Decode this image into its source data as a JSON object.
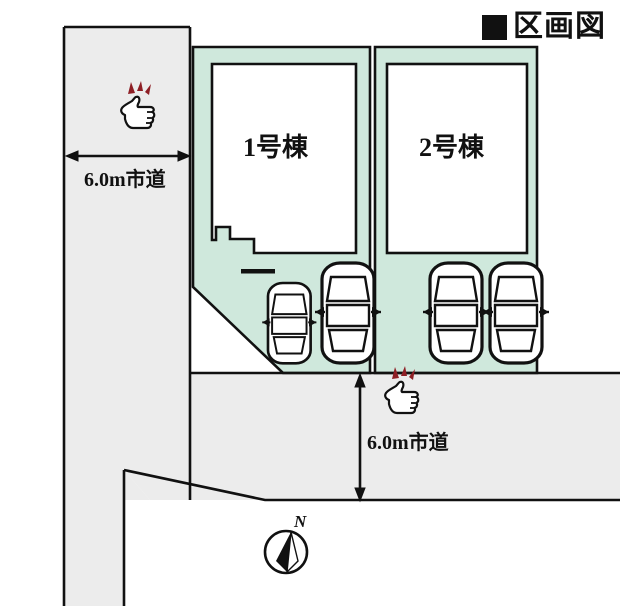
{
  "title": {
    "marker_icon": "black-square-icon",
    "text": "区画図"
  },
  "colors": {
    "lot_fill": "#cfe8dc",
    "road_fill": "#ececec",
    "house_fill": "#ffffff",
    "outline": "#111111",
    "thumb_accent": "#8e1f25",
    "background": "#ffffff"
  },
  "lots": [
    {
      "id": "lot-1",
      "house_label": "1号棟",
      "house_shape": "stepped-rectangle",
      "car_count": 2,
      "cars": [
        {
          "name": "compact-car",
          "size": "small"
        },
        {
          "name": "standard-car",
          "size": "large"
        }
      ]
    },
    {
      "id": "lot-2",
      "house_label": "2号棟",
      "house_shape": "rectangle",
      "car_count": 2,
      "cars": [
        {
          "name": "standard-car",
          "size": "large"
        },
        {
          "name": "standard-car",
          "size": "large"
        }
      ]
    }
  ],
  "roads": [
    {
      "id": "road-west",
      "label": "6.0m市道",
      "width_m": 6.0,
      "type": "市道",
      "orientation": "vertical",
      "dimension_arrow": "horizontal",
      "icon": "thumbs-up-icon"
    },
    {
      "id": "road-south",
      "label": "6.0m市道",
      "width_m": 6.0,
      "type": "市道",
      "orientation": "horizontal",
      "dimension_arrow": "vertical",
      "icon": "thumbs-up-icon"
    }
  ],
  "compass": {
    "icon": "compass-north-icon",
    "label": "N"
  }
}
